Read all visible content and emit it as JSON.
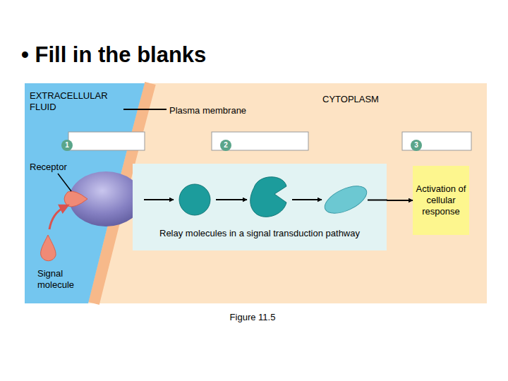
{
  "diagram": {
    "title": "• Fill in the blanks",
    "caption": "Figure 11.5",
    "nodes": [
      {
        "text": [
          "Relay molecules in a signal transduction pathway"
        ]
      },
      {
        "text": [
          "Activation of cellular response"
        ]
      }
    ],
    "edges": [
      {
        "from": 0,
        "to": 1,
        "arrow": "to"
      }
    ],
    "labels": [
      "EXTRACELLULAR FLUID",
      "Plasma membrane",
      "CYTOPLASM",
      "1",
      "2",
      "3",
      "Receptor",
      "Signal molecule"
    ]
  }
}
